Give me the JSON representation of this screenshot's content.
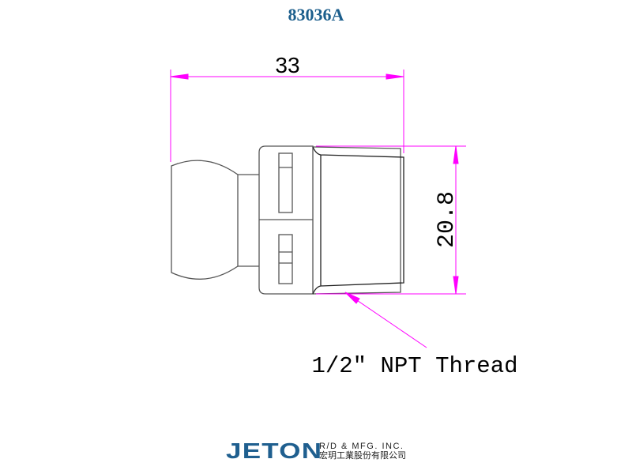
{
  "title": "83036A",
  "dimensions": {
    "length": "33",
    "diameter": "20.8",
    "thread_note": "1/2\" NPT Thread"
  },
  "logo": {
    "brand": "JETON",
    "tagline": "R/D & MFG. INC.",
    "chinese_name": "宏玥工業股份有限公司"
  },
  "colors": {
    "title": "#1b5e8c",
    "dimension": "#ff00ff",
    "outline": "#555555"
  }
}
